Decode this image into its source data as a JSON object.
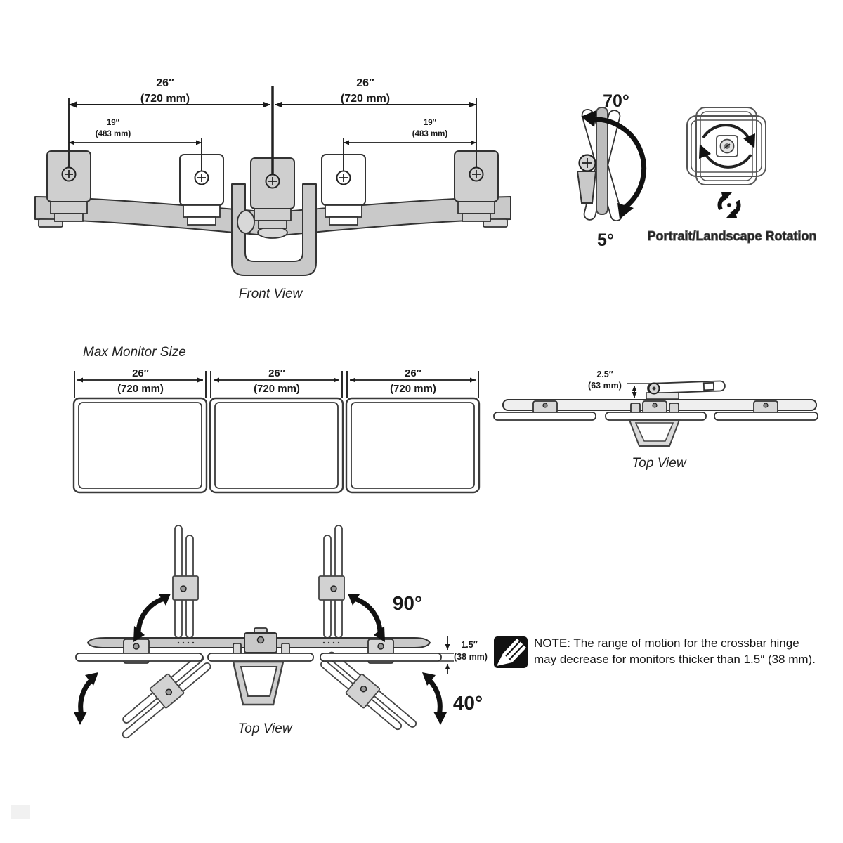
{
  "colors": {
    "line": "#333333",
    "gray_fill": "#c9c9c9",
    "black": "#111111",
    "text": "#1a1a1a",
    "white": "#ffffff"
  },
  "front_view": {
    "caption": "Front View",
    "dim_26_left": {
      "inches": "26″",
      "mm": "(720 mm)"
    },
    "dim_26_right": {
      "inches": "26″",
      "mm": "(720 mm)"
    },
    "dim_19_left": {
      "inches": "19″",
      "mm": "(483 mm)"
    },
    "dim_19_right": {
      "inches": "19″",
      "mm": "(483 mm)"
    }
  },
  "tilt_view": {
    "tilt_up": "70°",
    "tilt_down": "5°"
  },
  "rotation_view": {
    "caption": "Portrait/Landscape Rotation"
  },
  "max_monitor": {
    "heading": "Max Monitor Size",
    "monitors": [
      {
        "inches": "26″",
        "mm": "(720 mm)"
      },
      {
        "inches": "26″",
        "mm": "(720 mm)"
      },
      {
        "inches": "26″",
        "mm": "(720 mm)"
      }
    ]
  },
  "top_view_depth": {
    "caption": "Top View",
    "dim": {
      "inches": "2.5″",
      "mm": "(63 mm)"
    }
  },
  "top_view_swing": {
    "caption": "Top View",
    "swing_up": "90°",
    "swing_down": "40°",
    "thickness": {
      "inches": "1.5″",
      "mm": "(38 mm)"
    }
  },
  "note": {
    "line1": "NOTE: The range of motion for the crossbar hinge",
    "line2": "may decrease for monitors thicker than 1.5″ (38 mm)."
  }
}
